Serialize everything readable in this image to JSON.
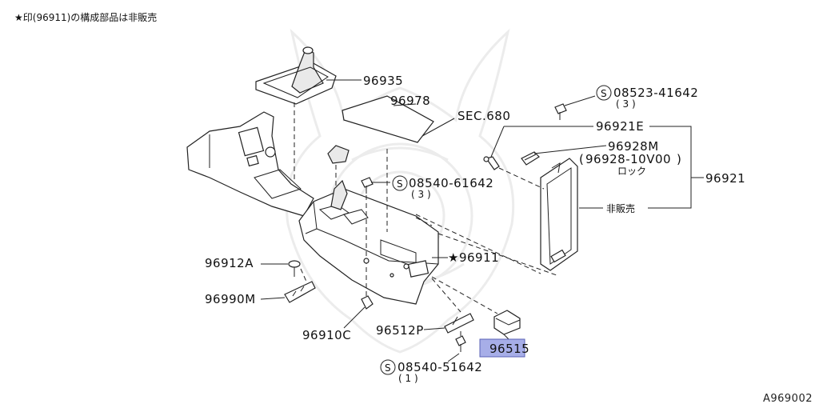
{
  "header_note": "★印(96911)の構成部品は非販売",
  "diagram_id": "A969002",
  "highlight_color": "#a7aee8",
  "watermark_icon": "samurai-helmet-watermark-icon",
  "labels": {
    "p96935": "96935",
    "p96978": "96978",
    "sec680": "SEC.680",
    "b08523": "08523-41642",
    "b08523_qty": "( 3 )",
    "p96921E": "96921E",
    "p96928M": "96928M",
    "p96928alt": "96928-10V00",
    "lock": "ロック",
    "p96921": "96921",
    "not_sold": "非販売",
    "b08540a": "08540-61642",
    "b08540a_qty": "( 3 )",
    "p96911": "★96911",
    "p96912A": "96912A",
    "p96990M": "96990M",
    "p96910C": "96910C",
    "p96512P": "96512P",
    "p96515": "96515",
    "b08540b": "08540-51642",
    "b08540b_qty": "( 1 )",
    "s_mark": "S"
  }
}
